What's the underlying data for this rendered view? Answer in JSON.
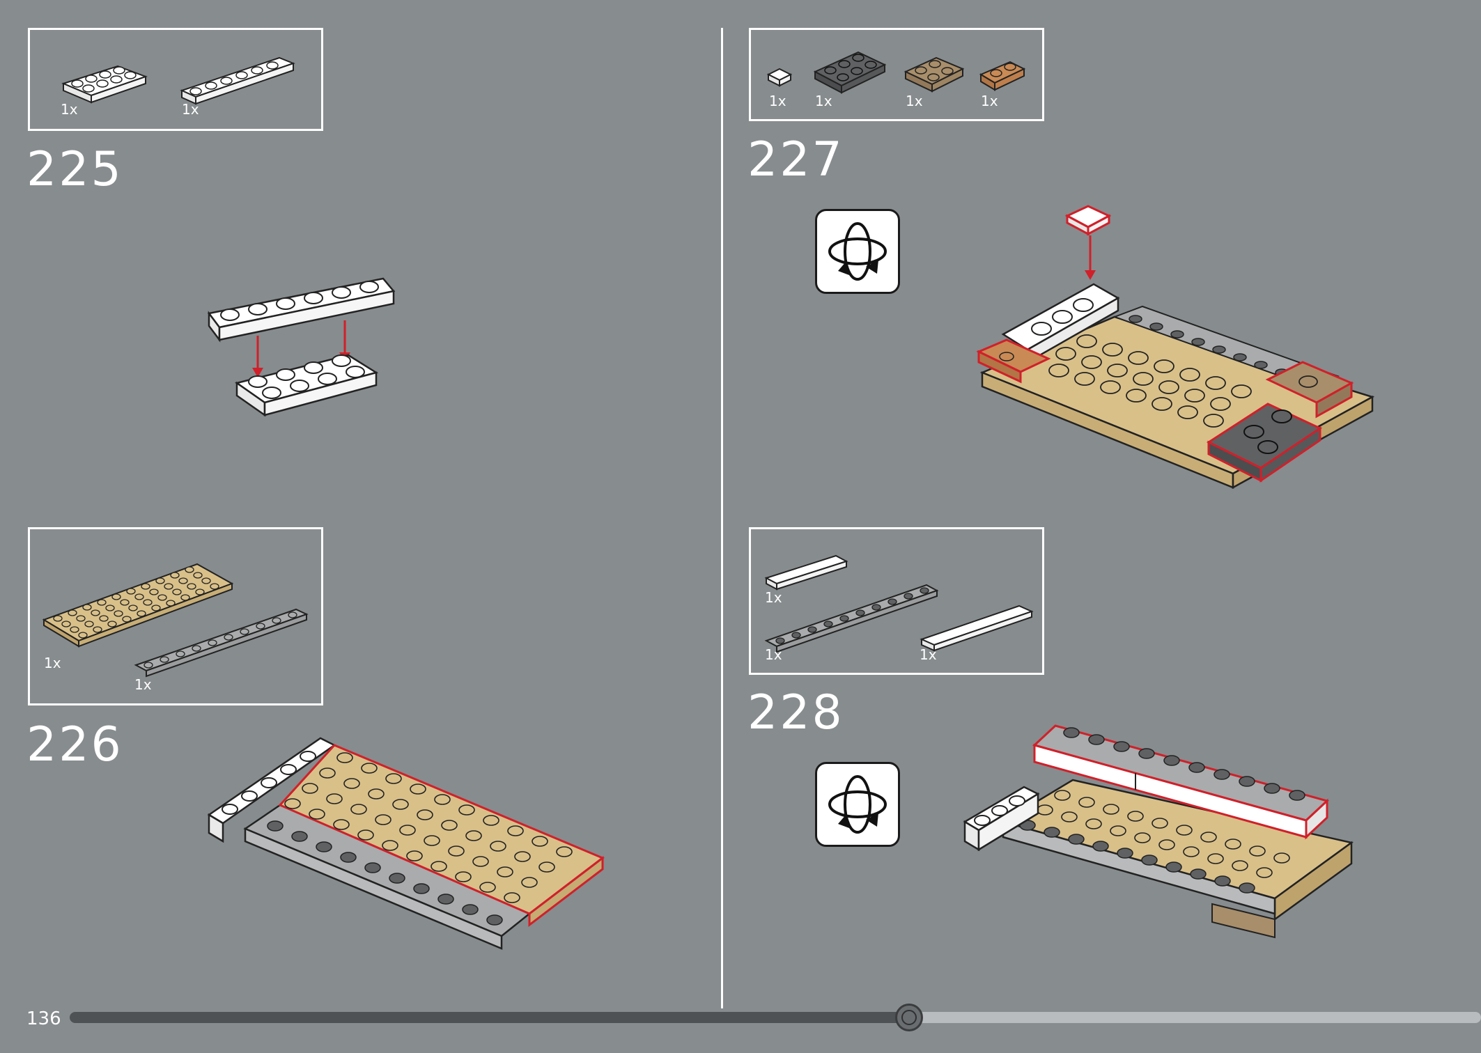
{
  "page_number": "136",
  "progress_fraction": 0.59,
  "steps": [
    {
      "number": "225",
      "parts": [
        {
          "qty": "1x",
          "part": "white-plate-2x4"
        },
        {
          "qty": "1x",
          "part": "white-plate-1x6"
        }
      ]
    },
    {
      "number": "226",
      "parts": [
        {
          "qty": "1x",
          "part": "tan-plate-4x10"
        },
        {
          "qty": "1x",
          "part": "light-gray-plate-1x10"
        }
      ]
    },
    {
      "number": "227",
      "parts": [
        {
          "qty": "1x",
          "part": "white-tile-1x1"
        },
        {
          "qty": "1x",
          "part": "dark-gray-plate-2x3"
        },
        {
          "qty": "1x",
          "part": "dark-tan-plate-2x2"
        },
        {
          "qty": "1x",
          "part": "medium-nougat-plate-1x2"
        }
      ],
      "rotate_icon": "rotate-model-icon"
    },
    {
      "number": "228",
      "parts": [
        {
          "qty": "1x",
          "part": "white-tile-1x4"
        },
        {
          "qty": "1x",
          "part": "light-gray-plate-1x10"
        },
        {
          "qty": "1x",
          "part": "white-tile-1x6"
        }
      ],
      "rotate_icon": "rotate-model-icon"
    }
  ],
  "colors": {
    "background": "#878c8e",
    "white_brick": "#ffffff",
    "tan_brick": "#d9c089",
    "light_gray_brick": "#a9abac",
    "dark_gray_brick": "#5f6163",
    "dark_tan_brick": "#a88e6a",
    "nougat_brick": "#c98a55",
    "highlight_red": "#d0202a",
    "arrow_red": "#d0202a"
  }
}
